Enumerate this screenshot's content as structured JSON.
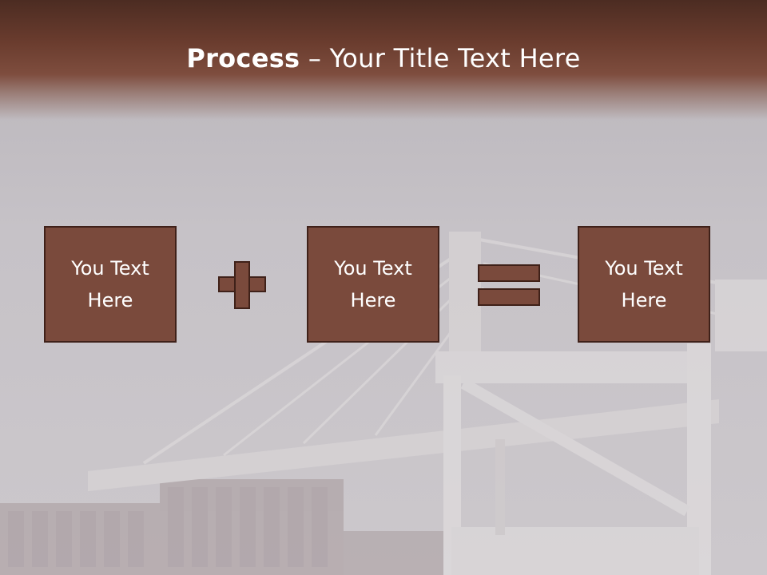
{
  "title": {
    "bold": "Process",
    "rest": " – Your Title Text Here"
  },
  "boxes": [
    {
      "text": "You Text Here"
    },
    {
      "text": "You Text Here"
    },
    {
      "text": "You Text Here"
    }
  ],
  "operators": {
    "first": "plus-icon",
    "second": "equals-icon"
  },
  "colors": {
    "header": "#6a3c2e",
    "box_fill": "#7a4a3c",
    "box_border": "#3f2119",
    "text": "#ffffff"
  }
}
